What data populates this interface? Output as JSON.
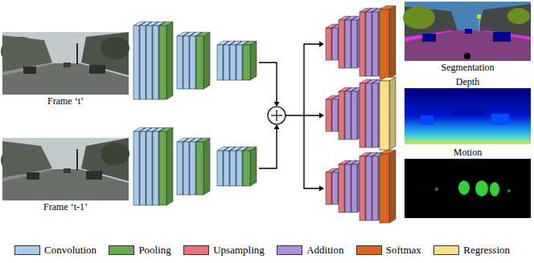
{
  "diagram": {
    "nodes": [
      {
        "text": [
          "Frame ‘t’"
        ]
      },
      {
        "text": [
          "Frame ‘t-1’"
        ]
      },
      {
        "text": [
          "Segmentation"
        ]
      },
      {
        "text": [
          "Depth"
        ]
      },
      {
        "text": [
          "Motion"
        ]
      }
    ],
    "legend": [
      {
        "text": "Convolution",
        "color": "#a9cbe8"
      },
      {
        "text": "Pooling",
        "color": "#6aaa4f"
      },
      {
        "text": "Upsampling",
        "color": "#e6737a"
      },
      {
        "text": "Addition",
        "color": "#ac8fd8"
      },
      {
        "text": "Softmax",
        "color": "#d9651f"
      },
      {
        "text": "Regression",
        "color": "#ffe08a"
      }
    ]
  }
}
